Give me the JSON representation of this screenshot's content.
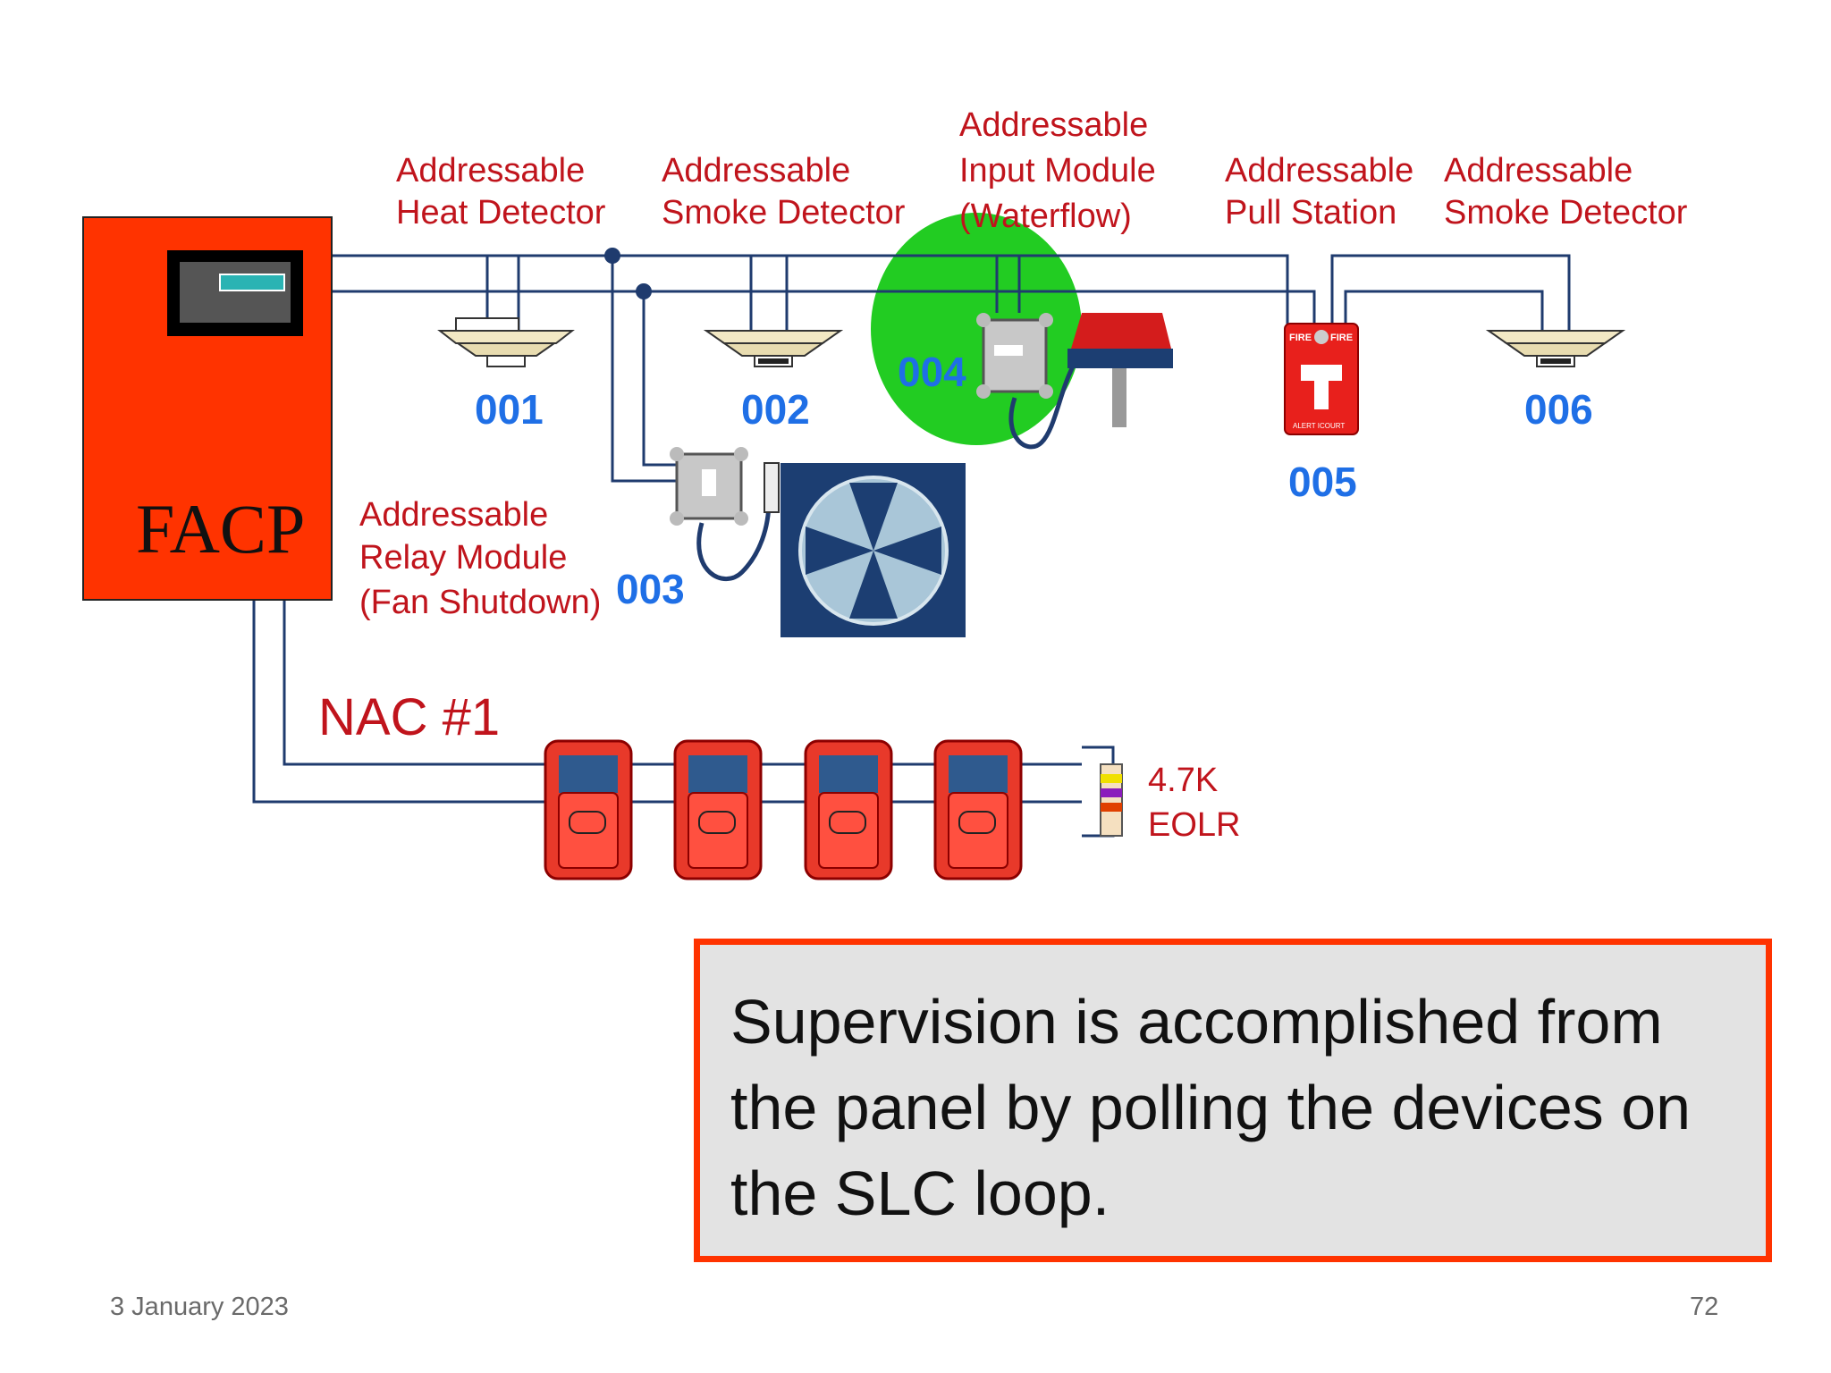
{
  "panel": {
    "label": "FACP"
  },
  "devices": [
    {
      "id": "heat-detector",
      "address": "001",
      "label": [
        "Addressable",
        "Heat Detector"
      ]
    },
    {
      "id": "smoke-detector-1",
      "address": "002",
      "label": [
        "Addressable",
        "Smoke Detector"
      ]
    },
    {
      "id": "relay-module",
      "address": "003",
      "label": [
        "Addressable",
        "Relay Module",
        "(Fan Shutdown)"
      ]
    },
    {
      "id": "input-module",
      "address": "004",
      "label": [
        "Addressable",
        "Input Module",
        "(Waterflow)"
      ]
    },
    {
      "id": "pull-station",
      "address": "005",
      "label": [
        "Addressable",
        "Pull Station"
      ]
    },
    {
      "id": "smoke-detector-2",
      "address": "006",
      "label": [
        "Addressable",
        "Smoke Detector"
      ]
    }
  ],
  "pull_station_text": {
    "top_left": "FIRE",
    "top_right": "FIRE",
    "bottom": "ALERT ICOURT"
  },
  "nac": {
    "label": "NAC #1",
    "resistor_label": [
      "4.7K",
      "EOLR"
    ],
    "appliance_count": 4
  },
  "callout": {
    "lines": [
      "Supervision is accomplished from",
      "the panel by polling the devices on",
      "the SLC loop."
    ]
  },
  "footer": {
    "date": "3 January 2023",
    "page": "72"
  },
  "colors": {
    "wire": "#1f3b6e",
    "panel": "#ff3300",
    "label": "#c0141c",
    "address": "#1f6fe6",
    "highlight": "#22cc22",
    "appliance": "#e8392a"
  }
}
